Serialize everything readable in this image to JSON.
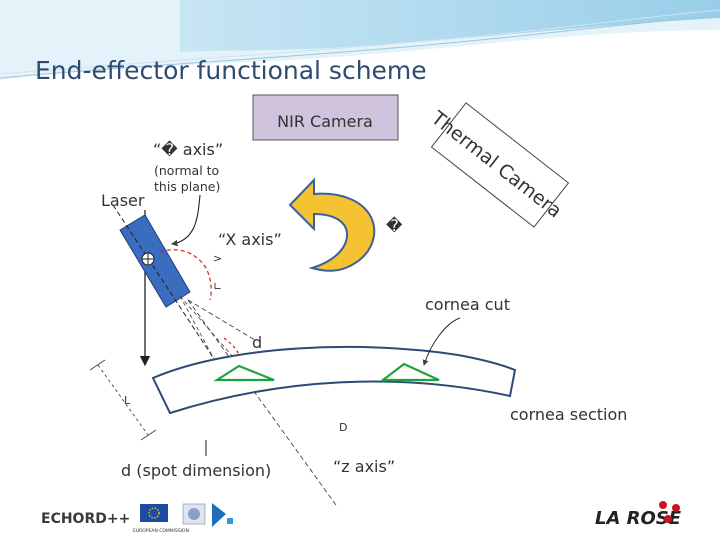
{
  "title": "End-effector functional scheme",
  "labels": {
    "nir_camera": "NIR Camera",
    "thermal_camera": "Thermal Camera",
    "y_axis": "“� axis”",
    "normal_line1": "(normal to",
    "normal_line2": "this plane)",
    "laser": "Laser",
    "x_axis": "“X axis”",
    "gt_mark": ">",
    "angle_mark": "∟",
    "rot_mark": "�",
    "cornea_cut": "cornea cut",
    "d": "d",
    "L": "L",
    "D": "D",
    "cornea_section": "cornea section",
    "spot_dimension": "d (spot dimension)",
    "z_axis": "“z axis”"
  },
  "logos": {
    "echord": "ECHORD++",
    "eu": "EUROPEAN COMMISSION",
    "larose": "LA ROSE"
  },
  "colors": {
    "title": "#2f4b6f",
    "nir_box_fill": "#cfc3de",
    "laser_blue": "#3a6cc0",
    "arrow_fill": "#f5c332",
    "arrow_stroke": "#3a5f9c",
    "cut_green": "#1ea23c",
    "cornea_stroke": "#2e4a75",
    "red_dash": "#d61e1e"
  }
}
